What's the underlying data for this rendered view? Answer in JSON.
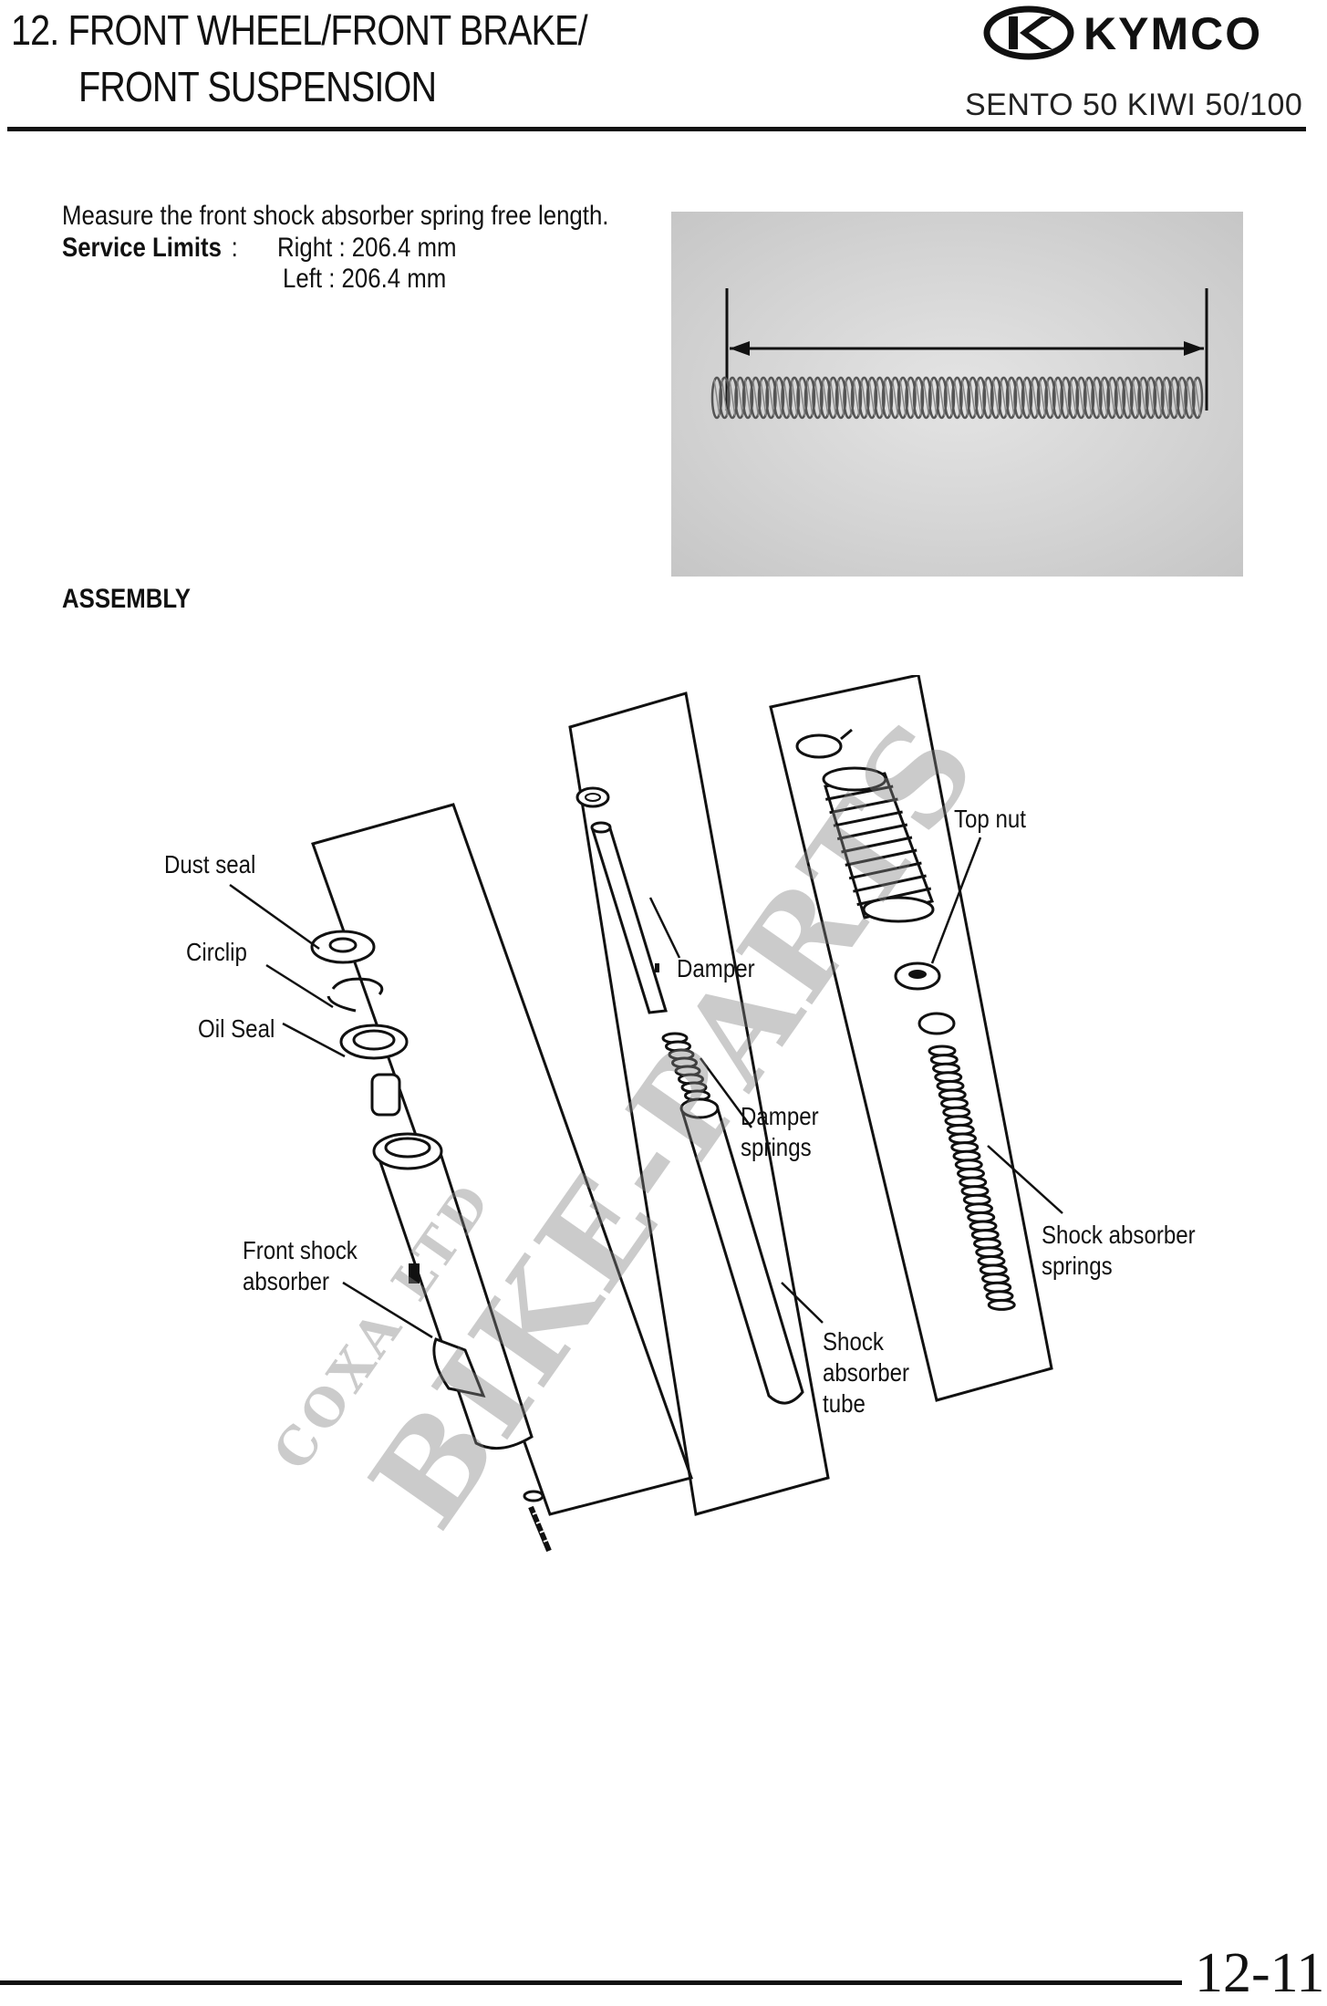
{
  "header": {
    "title_line1": "12. FRONT WHEEL/FRONT BRAKE/",
    "title_line2": "FRONT SUSPENSION",
    "brand": "KYMCO",
    "model": "SENTO 50 KIWI 50/100"
  },
  "inspection": {
    "instruction": "Measure the front shock absorber spring free length.",
    "service_limits_label": "Service Limits",
    "colon": ":",
    "right_limit": "Right : 206.4 mm",
    "left_limit": "Left   : 206.4 mm"
  },
  "assembly": {
    "heading": "ASSEMBLY",
    "labels": {
      "dust_seal": "Dust seal",
      "circlip": "Circlip",
      "oil_seal": "Oil Seal",
      "front_shock_absorber_1": "Front shock",
      "front_shock_absorber_2": "absorber",
      "damper": "Damper",
      "damper_springs_1": "Damper",
      "damper_springs_2": "springs",
      "shock_absorber_tube_1": "Shock",
      "shock_absorber_tube_2": "absorber",
      "shock_absorber_tube_3": "tube",
      "top_nut": "Top nut",
      "shock_absorber_springs_1": "Shock absorber",
      "shock_absorber_springs_2": "springs"
    }
  },
  "watermark": {
    "main": "BIKE-PARTS",
    "sub": "COXA LTD"
  },
  "footer": {
    "page_number": "12-11"
  }
}
